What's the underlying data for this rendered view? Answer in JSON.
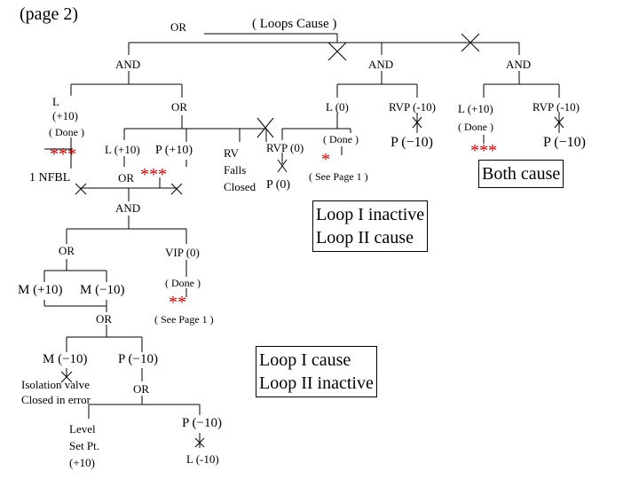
{
  "page_label": "(page 2)",
  "nodes": {
    "top_or": "OR",
    "loops_cause": "( Loops  Cause )",
    "and_left": "AND",
    "and_mid": "AND",
    "and_right": "AND",
    "l_plus10": "L",
    "l_plus10_val": "(+10)",
    "done_1": "( Done )",
    "or_2": "OR",
    "stars_red_1": "***",
    "l_plus10_b": "L (+10)",
    "p_plus10": "P  (+10)",
    "rv_falls_closed": [
      "RV",
      "Falls",
      "Closed"
    ],
    "rvp_0": "RVP (0)",
    "prc_0": "P  (0)",
    "l_0": "L (0)",
    "done_2": "( Done )",
    "star_red_2": "*",
    "see_page_1_a": "( See  Page 1 )",
    "rvp_minus10": "RVP (-10)",
    "prc_minus10": "P  (−10)",
    "l_plus10_c": "L (+10)",
    "done_3": "( Done )",
    "stars_red_3": "***",
    "rvp_minus10_b": "RVP (-10)",
    "prc_minus10_b": "P  (−10)",
    "both_cause": "Both cause",
    "nfbl": "1 NFBL",
    "or_3": "OR",
    "stars_red_4": "***",
    "and_lower": "AND",
    "loop_box_1": [
      "Loop I inactive",
      "Loop II cause"
    ],
    "or_4": "OR",
    "vip_0": "VIP (0)",
    "m1": "M  (+10)",
    "m3": "M  (−10)",
    "done_4": "( Done )",
    "stars_red_5": "**",
    "or_5": "OR",
    "see_page_1_b": "( See  Page  1 )",
    "m6": "M  (−10)",
    "p4": "P  (−10)",
    "loop_box_2": [
      "Loop I cause",
      "Loop II inactive"
    ],
    "isolation_valve": [
      "Isolation valve",
      "Closed in error"
    ],
    "or_6": "OR",
    "level_set_pt": [
      "Level",
      "Set  Pt.",
      "(+10)"
    ],
    "p5": "P  (−10)",
    "l_minus10": "L  (-10)"
  },
  "colors": {
    "stars": "#c00000",
    "lines": "#000000"
  }
}
